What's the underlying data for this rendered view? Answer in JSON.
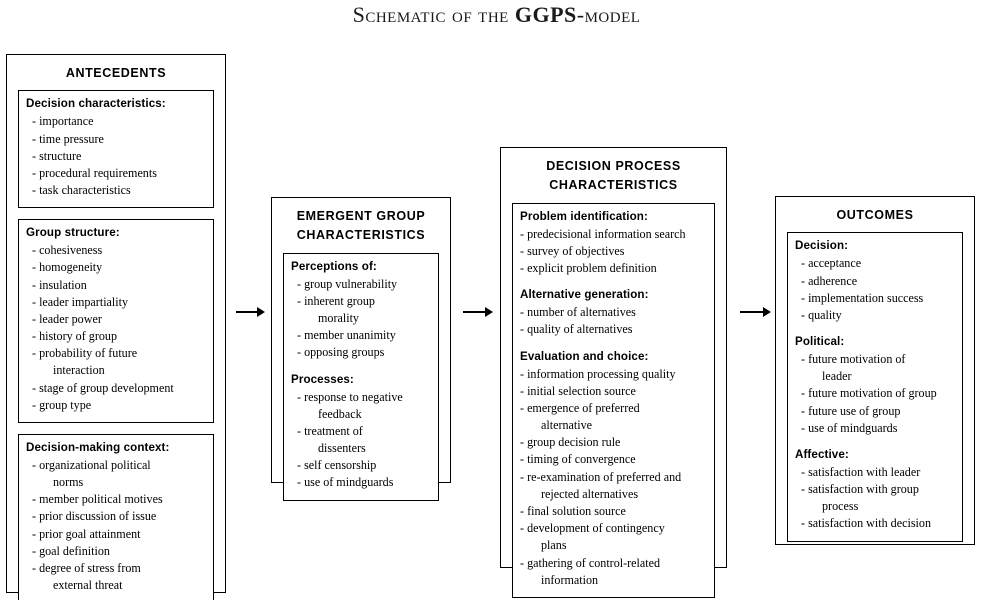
{
  "title": {
    "part1": "Schematic of the ",
    "part2": "GGPS",
    "part3": "-model"
  },
  "columns": [
    {
      "id": "antecedents",
      "title": "ANTECEDENTS",
      "groups": [
        {
          "head": "Decision characteristics:",
          "items": [
            {
              "text": "importance"
            },
            {
              "text": "time pressure"
            },
            {
              "text": "structure"
            },
            {
              "text": "procedural requirements"
            },
            {
              "text": "task characteristics"
            }
          ]
        },
        {
          "head": "Group structure:",
          "items": [
            {
              "text": "cohesiveness"
            },
            {
              "text": "homogeneity"
            },
            {
              "text": "insulation"
            },
            {
              "text": "leader impartiality"
            },
            {
              "text": "leader power"
            },
            {
              "text": "history of group"
            },
            {
              "text": "probability of future",
              "cont": "interaction"
            },
            {
              "text": "stage of group development"
            },
            {
              "text": "group type"
            }
          ]
        },
        {
          "head": "Decision-making context:",
          "items": [
            {
              "text": "organizational political",
              "cont": "norms"
            },
            {
              "text": "member political motives"
            },
            {
              "text": "prior discussion of issue"
            },
            {
              "text": "prior goal attainment"
            },
            {
              "text": "goal definition"
            },
            {
              "text": "degree of stress from",
              "cont": "external threat"
            }
          ]
        }
      ]
    },
    {
      "id": "emergent-group-characteristics",
      "title_line1": "EMERGENT GROUP",
      "title_line2": "CHARACTERISTICS",
      "groups": [
        {
          "sections": [
            {
              "head": "Perceptions of:",
              "items": [
                {
                  "text": "group vulnerability"
                },
                {
                  "text": "inherent group",
                  "cont": "morality"
                },
                {
                  "text": "member unanimity"
                },
                {
                  "text": "opposing groups"
                }
              ]
            },
            {
              "head": "Processes:",
              "items": [
                {
                  "text": "response to negative",
                  "cont": "feedback"
                },
                {
                  "text": "treatment of",
                  "cont": "dissenters"
                },
                {
                  "text": "self censorship"
                },
                {
                  "text": "use of mindguards"
                }
              ]
            }
          ]
        }
      ]
    },
    {
      "id": "decision-process-characteristics",
      "title_line1": "DECISION PROCESS",
      "title_line2": "CHARACTERISTICS",
      "groups": [
        {
          "sections": [
            {
              "head": "Problem identification:",
              "items": [
                {
                  "text": "predecisional information search"
                },
                {
                  "text": "survey of objectives"
                },
                {
                  "text": "explicit problem definition"
                }
              ]
            },
            {
              "head": "Alternative generation:",
              "items": [
                {
                  "text": "number of alternatives"
                },
                {
                  "text": "quality of alternatives"
                }
              ]
            },
            {
              "head": "Evaluation and choice:",
              "items": [
                {
                  "text": "information processing quality"
                },
                {
                  "text": "initial selection source"
                },
                {
                  "text": "emergence of preferred",
                  "cont": "alternative"
                },
                {
                  "text": "group decision rule"
                },
                {
                  "text": "timing of convergence"
                },
                {
                  "text": "re-examination of preferred and",
                  "cont": "rejected alternatives"
                },
                {
                  "text": "final solution source"
                },
                {
                  "text": "development of contingency",
                  "cont": "plans"
                },
                {
                  "text": "gathering of control-related",
                  "cont": "information"
                }
              ]
            }
          ]
        }
      ]
    },
    {
      "id": "outcomes",
      "title": "OUTCOMES",
      "groups": [
        {
          "sections": [
            {
              "head": "Decision:",
              "items": [
                {
                  "text": "acceptance"
                },
                {
                  "text": "adherence"
                },
                {
                  "text": "implementation success"
                },
                {
                  "text": "quality"
                }
              ]
            },
            {
              "head": "Political:",
              "items": [
                {
                  "text": "future motivation of",
                  "cont": "leader"
                },
                {
                  "text": "future motivation of group"
                },
                {
                  "text": "future use of group"
                },
                {
                  "text": "use of mindguards"
                }
              ]
            },
            {
              "head": "Affective:",
              "items": [
                {
                  "text": "satisfaction with leader"
                },
                {
                  "text": "satisfaction with group",
                  "cont": "process"
                },
                {
                  "text": "satisfaction with decision"
                }
              ]
            }
          ]
        }
      ]
    }
  ],
  "arrows": [
    {
      "name": "arrow-antecedents-to-emergent"
    },
    {
      "name": "arrow-emergent-to-decision-process"
    },
    {
      "name": "arrow-decision-process-to-outcomes"
    }
  ],
  "bullet": "-",
  "colors": {
    "line": "#000000",
    "background": "#ffffff",
    "text": "#000000",
    "title_text": "#1a1a1a"
  }
}
